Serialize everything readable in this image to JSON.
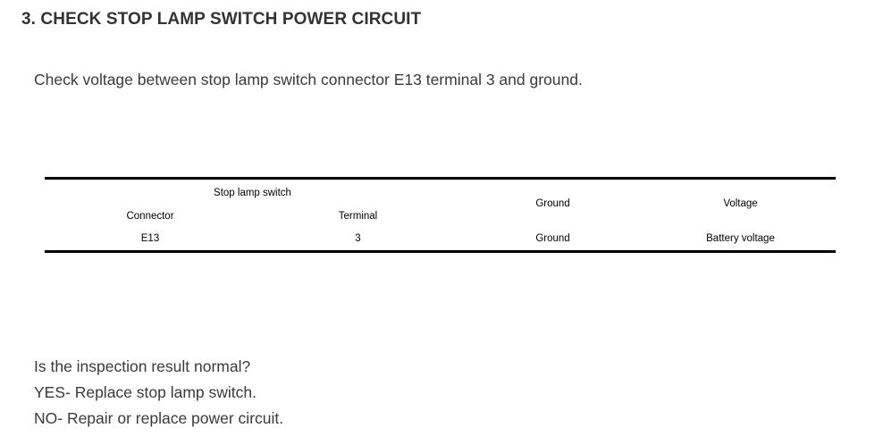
{
  "heading": "3. CHECK STOP LAMP SWITCH POWER CIRCUIT",
  "instruction": "Check voltage between stop lamp switch connector E13 terminal 3 and ground.",
  "table": {
    "group_header": "Stop lamp switch",
    "sub_headers": {
      "connector": "Connector",
      "terminal": "Terminal"
    },
    "headers": {
      "ground": "Ground",
      "voltage": "Voltage"
    },
    "row": {
      "connector": "E13",
      "terminal": "3",
      "ground": "Ground",
      "voltage": "Battery voltage"
    }
  },
  "conclusion": {
    "question": "Is the inspection result normal?",
    "yes": "YES- Replace stop lamp switch.",
    "no": "NO- Repair or replace power circuit."
  }
}
